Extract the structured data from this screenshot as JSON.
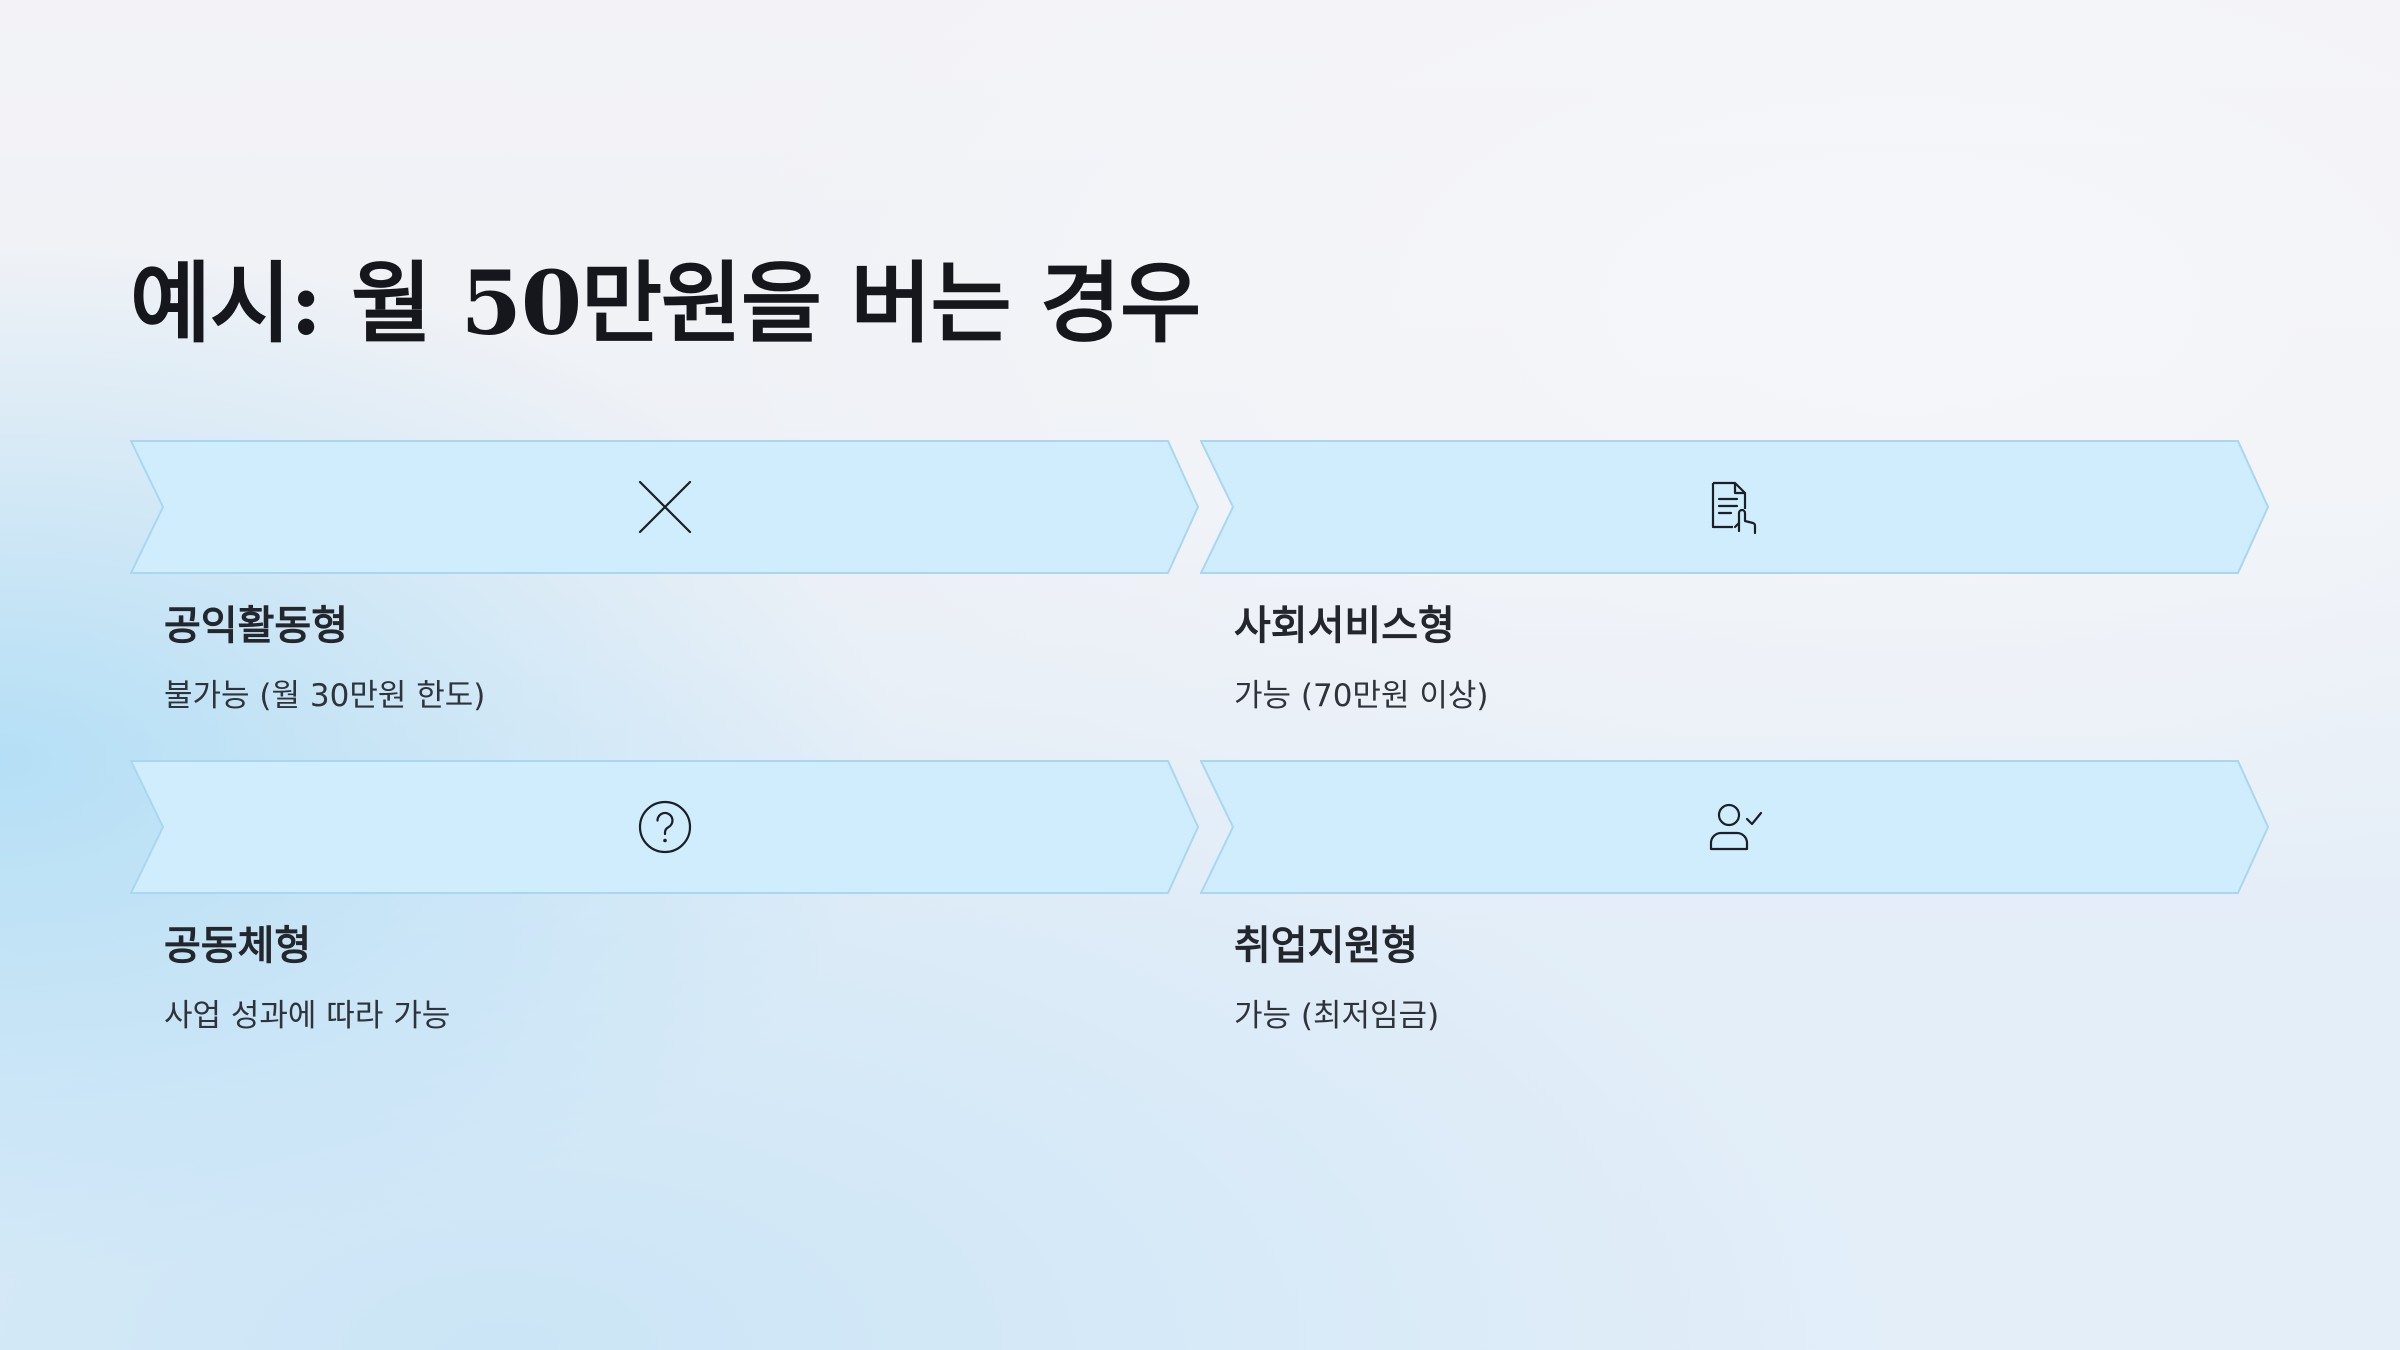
{
  "slide": {
    "title": "예시: 월 50만원을 버는 경우"
  },
  "cards": [
    {
      "icon": "close-icon",
      "label": "공익활동형",
      "desc": "불가능 (월 30만원 한도)"
    },
    {
      "icon": "document-touch-icon",
      "label": "사회서비스형",
      "desc": "가능 (70만원 이상)"
    },
    {
      "icon": "question-circle-icon",
      "label": "공동체형",
      "desc": "사업 성과에 따라 가능"
    },
    {
      "icon": "user-check-icon",
      "label": "취업지원형",
      "desc": "가능 (최저임금)"
    }
  ],
  "colors": {
    "banner_fill": "#cfedfd",
    "banner_stroke": "#a9d6f0",
    "icon_stroke": "#1c1f26"
  }
}
